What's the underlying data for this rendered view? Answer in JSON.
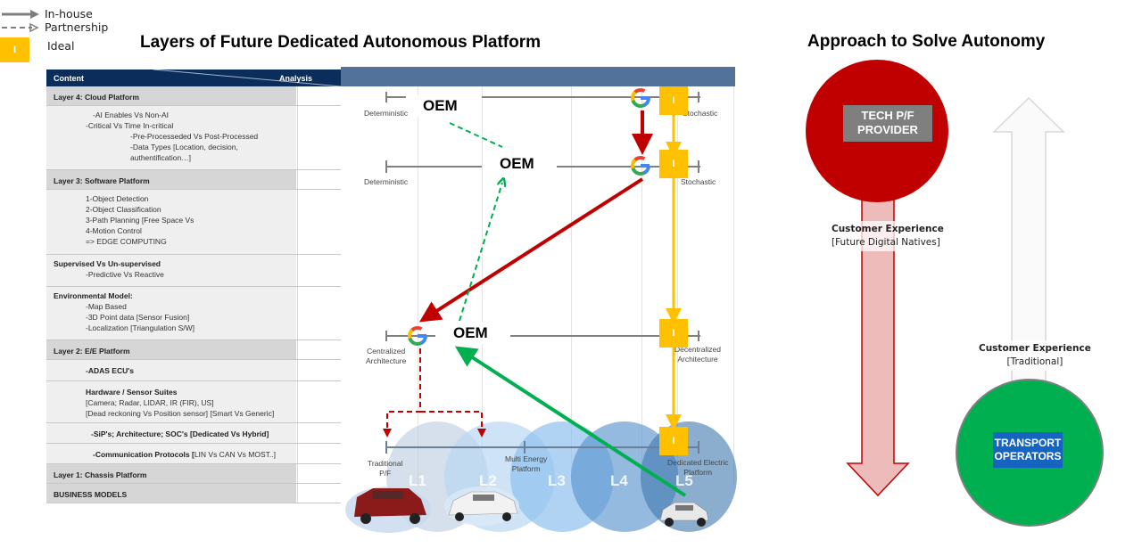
{
  "legend": {
    "items": [
      {
        "label": "In-house",
        "icon": "solid-arrow-icon"
      },
      {
        "label": "Partnership",
        "icon": "dashed-arrow-icon"
      },
      {
        "label": "Ideal",
        "icon": "ideal-box-icon",
        "box_text": "I"
      }
    ]
  },
  "title_main": "Layers of Future Dedicated Autonomous  Platform",
  "title_right": "Approach to Solve Autonomy",
  "table": {
    "header": {
      "content": "Content",
      "analysis": "Analysis"
    },
    "rows": [
      {
        "type": "hdr",
        "lines": [
          "Layer 4: Cloud Platform"
        ]
      },
      {
        "type": "body",
        "lines": [
          "-AI Enables Vs Non-AI",
          "-Critical Vs Time In-critical",
          "-Pre-Processeded Vs Post-Processed",
          "-Data Types [Location, decision,",
          "authentification…]"
        ]
      },
      {
        "type": "hdr",
        "lines": [
          "Layer 3:  Software Platform"
        ]
      },
      {
        "type": "body",
        "lines": [
          "1-Object Detection",
          "2-Object Classification",
          "3-Path Planning [Free Space Vs",
          "4-Motion  Control",
          "=> EDGE COMPUTING"
        ]
      },
      {
        "type": "body",
        "lines": [
          "Supervised Vs Un-supervised",
          "-Predictive Vs Reactive"
        ]
      },
      {
        "type": "body",
        "lines": [
          "Environmental Model:",
          "-Map Based",
          "-3D Point data [Sensor Fusion]",
          "-Localization [Triangulation S/W]"
        ]
      },
      {
        "type": "hdr",
        "lines": [
          "Layer 2: E/E Platform"
        ]
      },
      {
        "type": "body",
        "lines": [
          "-ADAS  ECU's"
        ]
      },
      {
        "type": "body",
        "lines": [
          "Hardware / Sensor Suites",
          "[Camera; Radar, LIDAR, IR (FIR), US]",
          "[Dead reckoning Vs Position sensor] [Smart Vs  Generic]"
        ]
      },
      {
        "type": "body",
        "lines": [
          "-SiP's; Architecture; SOC's [Dedicated Vs Hybrid]"
        ]
      },
      {
        "type": "body",
        "lines": [
          "-Communication Protocols [",
          "LIN Vs CAN Vs MOST..]"
        ]
      },
      {
        "type": "hdr",
        "lines": [
          "Layer 1: Chassis Platform"
        ]
      },
      {
        "type": "hdr",
        "lines": [
          "BUSINESS MODELS"
        ]
      }
    ]
  },
  "diagram": {
    "oem_label": "OEM",
    "ideal_text": "I",
    "axes": [
      {
        "left": "Deterministic",
        "right": "Stochastic"
      },
      {
        "left": "Deterministic",
        "right": "Stochastic"
      },
      {
        "left": "Centralized\nArchitecture",
        "right": "Decentralized\nArchitecture"
      },
      {
        "left": "Traditional\nP/F",
        "middle": "Multi Energy\nPlatform",
        "right": "Dedicated Electric\nPlatform"
      }
    ],
    "levels": [
      "L1",
      "L2",
      "L3",
      "L4",
      "L5"
    ],
    "colors": {
      "inhouse_red": "#c00000",
      "partner_green": "#00b050",
      "ideal": "#ffc000",
      "header": "#52729a"
    }
  },
  "right_panel": {
    "tech_provider": "TECH P/F\nPROVIDER",
    "transport_operators": "TRANSPORT\nOPERATORS",
    "cx_future_title": "Customer Experience",
    "cx_future_sub": "[Future Digital Natives]",
    "cx_trad_title": "Customer Experience",
    "cx_trad_sub": "[Traditional]",
    "colors": {
      "red": "#c00000",
      "green": "#00b050",
      "box_grey": "#7f7f7f",
      "box_blue": "#1565c0"
    }
  }
}
